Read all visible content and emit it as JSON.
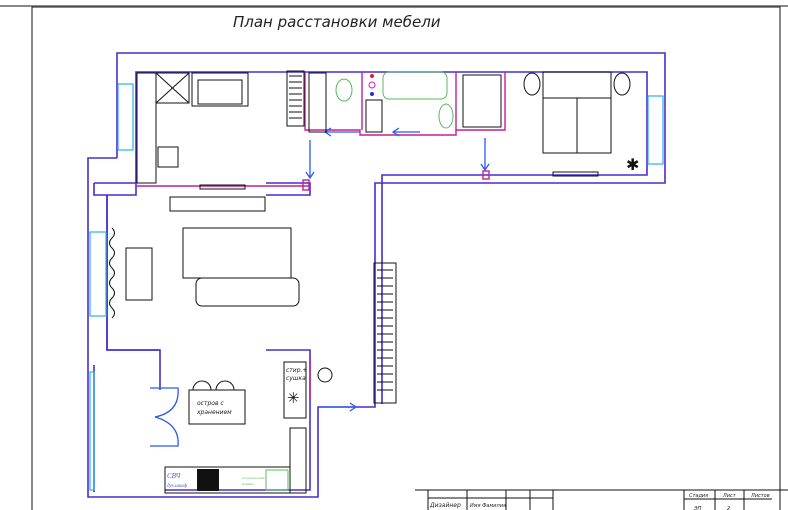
{
  "title": "План расстановки мебели",
  "labels": {
    "washer_dryer_line1": "стир.+",
    "washer_dryer_line2": "сушка",
    "island_line1": "остров с",
    "island_line2": "хранением",
    "microwave_line1": "СВЧ",
    "microwave_line2": "дух.шкаф",
    "dishwasher_line1": "посудомоечная",
    "dishwasher_line2": "машина"
  },
  "title_block": {
    "designer_label": "Дизайнер",
    "designer_name": "Имя Фамилия",
    "stage_label": "Стадия",
    "sheet_label": "Лист",
    "sheets_label": "Листов",
    "stage_value": "ЭП",
    "sheet_value": "2"
  },
  "colors": {
    "outer_wall": "#4b2bd0",
    "partition": "#c0209a",
    "door": "#2a5bea",
    "window": "#28b6d8",
    "plumbing": "#5cb85c"
  }
}
